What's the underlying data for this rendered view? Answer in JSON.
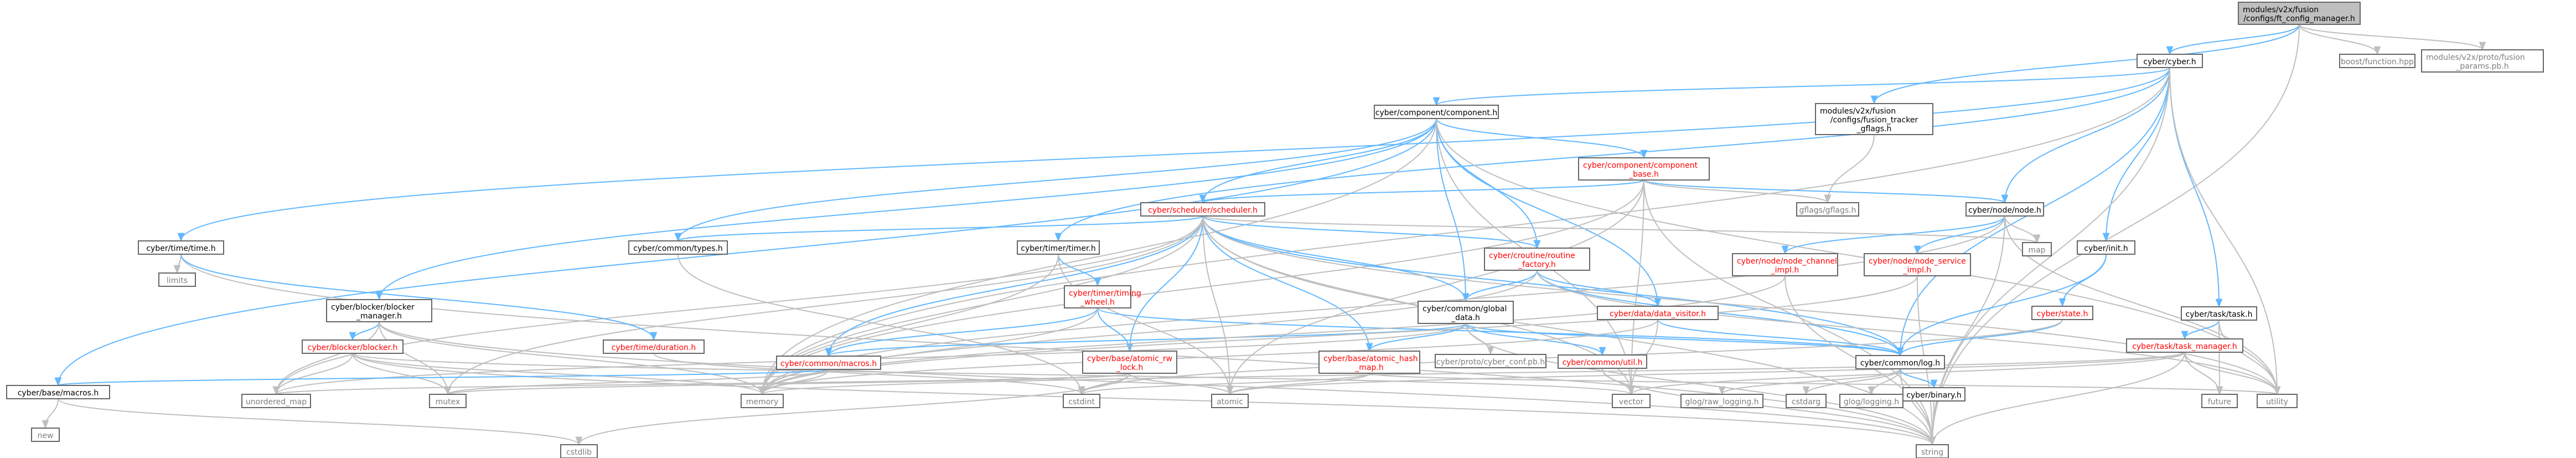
{
  "colors": {
    "root_fill": "#bfbfbf",
    "node_fill": "#ffffff",
    "node_border": "#666666",
    "external_border": "#bfbfbf",
    "external_text": "#7f7f7f",
    "incomplete_text": "#ff0000",
    "text": "#000000",
    "edge": "#63b8ff",
    "external_edge": "#bfbfbf"
  },
  "nodes": [
    {
      "id": "root",
      "lines": [
        "modules/v2x/fusion",
        "/configs/ft_config_manager.h"
      ],
      "kind": "root"
    },
    {
      "id": "boost_function",
      "lines": [
        "boost/function.hpp"
      ],
      "kind": "external"
    },
    {
      "id": "fusion_params",
      "lines": [
        "modules/v2x/proto/fusion",
        "_params.pb.h"
      ],
      "kind": "external"
    },
    {
      "id": "cyber_h",
      "lines": [
        "cyber/cyber.h"
      ],
      "kind": "normal"
    },
    {
      "id": "fusion_tracker_gflags",
      "lines": [
        "modules/v2x/fusion",
        "/configs/fusion_tracker",
        "_gflags.h"
      ],
      "kind": "normal"
    },
    {
      "id": "component_h",
      "lines": [
        "cyber/component/component.h"
      ],
      "kind": "normal"
    },
    {
      "id": "component_base_h",
      "lines": [
        "cyber/component/component",
        "_base.h"
      ],
      "kind": "incomplete"
    },
    {
      "id": "scheduler_h",
      "lines": [
        "cyber/scheduler/scheduler.h"
      ],
      "kind": "incomplete"
    },
    {
      "id": "node_h",
      "lines": [
        "cyber/node/node.h"
      ],
      "kind": "normal"
    },
    {
      "id": "gflags_h",
      "lines": [
        "gflags/gflags.h"
      ],
      "kind": "external"
    },
    {
      "id": "map",
      "lines": [
        "map"
      ],
      "kind": "external"
    },
    {
      "id": "time_h",
      "lines": [
        "cyber/time/time.h"
      ],
      "kind": "normal"
    },
    {
      "id": "limits",
      "lines": [
        "limits"
      ],
      "kind": "external"
    },
    {
      "id": "blocker_manager_h",
      "lines": [
        "cyber/blocker/blocker",
        "_manager.h"
      ],
      "kind": "normal"
    },
    {
      "id": "blocker_h",
      "lines": [
        "cyber/blocker/blocker.h"
      ],
      "kind": "incomplete"
    },
    {
      "id": "duration_h",
      "lines": [
        "cyber/time/duration.h"
      ],
      "kind": "incomplete"
    },
    {
      "id": "types_h",
      "lines": [
        "cyber/common/types.h"
      ],
      "kind": "normal"
    },
    {
      "id": "timer_h",
      "lines": [
        "cyber/timer/timer.h"
      ],
      "kind": "normal"
    },
    {
      "id": "timing_wheel_h",
      "lines": [
        "cyber/timer/timing",
        "_wheel.h"
      ],
      "kind": "incomplete"
    },
    {
      "id": "routine_factory_h",
      "lines": [
        "cyber/croutine/routine",
        "_factory.h"
      ],
      "kind": "incomplete"
    },
    {
      "id": "global_data_h",
      "lines": [
        "cyber/common/global",
        "_data.h"
      ],
      "kind": "normal"
    },
    {
      "id": "data_visitor_h",
      "lines": [
        "cyber/data/data_visitor.h"
      ],
      "kind": "incomplete"
    },
    {
      "id": "node_channel_impl_h",
      "lines": [
        "cyber/node/node_channel",
        "_impl.h"
      ],
      "kind": "incomplete"
    },
    {
      "id": "node_service_impl_h",
      "lines": [
        "cyber/node/node_service",
        "_impl.h"
      ],
      "kind": "incomplete"
    },
    {
      "id": "init_h",
      "lines": [
        "cyber/init.h"
      ],
      "kind": "normal"
    },
    {
      "id": "state_h",
      "lines": [
        "cyber/state.h"
      ],
      "kind": "incomplete"
    },
    {
      "id": "task_h",
      "lines": [
        "cyber/task/task.h"
      ],
      "kind": "normal"
    },
    {
      "id": "task_manager_h",
      "lines": [
        "cyber/task/task_manager.h"
      ],
      "kind": "incomplete"
    },
    {
      "id": "atomic_rw_lock_h",
      "lines": [
        "cyber/base/atomic_rw",
        "_lock.h"
      ],
      "kind": "incomplete"
    },
    {
      "id": "atomic_hash_map_h",
      "lines": [
        "cyber/base/atomic_hash",
        "_map.h"
      ],
      "kind": "incomplete"
    },
    {
      "id": "common_macros_h",
      "lines": [
        "cyber/common/macros.h"
      ],
      "kind": "incomplete"
    },
    {
      "id": "cyber_conf_pb_h",
      "lines": [
        "cyber/proto/cyber_conf.pb.h"
      ],
      "kind": "external"
    },
    {
      "id": "util_h",
      "lines": [
        "cyber/common/util.h"
      ],
      "kind": "incomplete"
    },
    {
      "id": "log_h",
      "lines": [
        "cyber/common/log.h"
      ],
      "kind": "normal"
    },
    {
      "id": "base_macros_h",
      "lines": [
        "cyber/base/macros.h"
      ],
      "kind": "normal"
    },
    {
      "id": "new",
      "lines": [
        "new"
      ],
      "kind": "external"
    },
    {
      "id": "cstdlib",
      "lines": [
        "cstdlib"
      ],
      "kind": "external"
    },
    {
      "id": "unordered_map",
      "lines": [
        "unordered_map"
      ],
      "kind": "external"
    },
    {
      "id": "mutex",
      "lines": [
        "mutex"
      ],
      "kind": "external"
    },
    {
      "id": "memory",
      "lines": [
        "memory"
      ],
      "kind": "external"
    },
    {
      "id": "cstdint",
      "lines": [
        "cstdint"
      ],
      "kind": "external"
    },
    {
      "id": "atomic",
      "lines": [
        "atomic"
      ],
      "kind": "external"
    },
    {
      "id": "vector",
      "lines": [
        "vector"
      ],
      "kind": "external"
    },
    {
      "id": "glog_raw_logging_h",
      "lines": [
        "glog/raw_logging.h"
      ],
      "kind": "external"
    },
    {
      "id": "cstdarg",
      "lines": [
        "cstdarg"
      ],
      "kind": "external"
    },
    {
      "id": "glog_logging_h",
      "lines": [
        "glog/logging.h"
      ],
      "kind": "external"
    },
    {
      "id": "binary_h",
      "lines": [
        "cyber/binary.h"
      ],
      "kind": "normal"
    },
    {
      "id": "string",
      "lines": [
        "string"
      ],
      "kind": "external"
    },
    {
      "id": "future",
      "lines": [
        "future"
      ],
      "kind": "external"
    },
    {
      "id": "utility",
      "lines": [
        "utility"
      ],
      "kind": "external"
    }
  ],
  "edges": [
    [
      "root",
      "boost_function"
    ],
    [
      "root",
      "fusion_params"
    ],
    [
      "root",
      "cyber_h"
    ],
    [
      "root",
      "fusion_tracker_gflags"
    ],
    [
      "root",
      "string"
    ],
    [
      "cyber_h",
      "component_h"
    ],
    [
      "cyber_h",
      "node_h"
    ],
    [
      "cyber_h",
      "init_h"
    ],
    [
      "cyber_h",
      "task_h"
    ],
    [
      "cyber_h",
      "time_h"
    ],
    [
      "cyber_h",
      "timer_h"
    ],
    [
      "cyber_h",
      "log_h"
    ],
    [
      "cyber_h",
      "memory"
    ],
    [
      "cyber_h",
      "string"
    ],
    [
      "cyber_h",
      "utility"
    ],
    [
      "fusion_tracker_gflags",
      "gflags_h"
    ],
    [
      "component_h",
      "component_base_h"
    ],
    [
      "component_h",
      "scheduler_h"
    ],
    [
      "component_h",
      "routine_factory_h"
    ],
    [
      "component_h",
      "data_visitor_h"
    ],
    [
      "component_h",
      "global_data_h"
    ],
    [
      "component_h",
      "types_h"
    ],
    [
      "component_h",
      "blocker_manager_h"
    ],
    [
      "component_h",
      "base_macros_h"
    ],
    [
      "component_h",
      "memory"
    ],
    [
      "component_h",
      "vector"
    ],
    [
      "component_h",
      "utility"
    ],
    [
      "component_base_h",
      "scheduler_h"
    ],
    [
      "component_base_h",
      "node_h"
    ],
    [
      "component_base_h",
      "gflags_h"
    ],
    [
      "component_base_h",
      "memory"
    ],
    [
      "component_base_h",
      "vector"
    ],
    [
      "component_base_h",
      "string"
    ],
    [
      "component_base_h",
      "atomic"
    ],
    [
      "scheduler_h",
      "routine_factory_h"
    ],
    [
      "scheduler_h",
      "types_h"
    ],
    [
      "scheduler_h",
      "global_data_h"
    ],
    [
      "scheduler_h",
      "log_h"
    ],
    [
      "scheduler_h",
      "atomic_rw_lock_h"
    ],
    [
      "scheduler_h",
      "atomic_hash_map_h"
    ],
    [
      "scheduler_h",
      "common_macros_h"
    ],
    [
      "scheduler_h",
      "map"
    ],
    [
      "scheduler_h",
      "memory"
    ],
    [
      "scheduler_h",
      "mutex"
    ],
    [
      "scheduler_h",
      "atomic"
    ],
    [
      "scheduler_h",
      "vector"
    ],
    [
      "scheduler_h",
      "string"
    ],
    [
      "scheduler_h",
      "unordered_map"
    ],
    [
      "scheduler_h",
      "utility"
    ],
    [
      "node_h",
      "node_channel_impl_h"
    ],
    [
      "node_h",
      "node_service_impl_h"
    ],
    [
      "node_h",
      "map"
    ],
    [
      "node_h",
      "memory"
    ],
    [
      "node_h",
      "string"
    ],
    [
      "node_h",
      "utility"
    ],
    [
      "time_h",
      "limits"
    ],
    [
      "time_h",
      "string"
    ],
    [
      "time_h",
      "duration_h"
    ],
    [
      "blocker_manager_h",
      "blocker_h"
    ],
    [
      "blocker_manager_h",
      "memory"
    ],
    [
      "blocker_manager_h",
      "mutex"
    ],
    [
      "blocker_manager_h",
      "string"
    ],
    [
      "blocker_manager_h",
      "unordered_map"
    ],
    [
      "blocker_h",
      "memory"
    ],
    [
      "blocker_h",
      "mutex"
    ],
    [
      "blocker_h",
      "string"
    ],
    [
      "blocker_h",
      "unordered_map"
    ],
    [
      "blocker_h",
      "vector"
    ],
    [
      "duration_h",
      "cstdint"
    ],
    [
      "types_h",
      "cstdint"
    ],
    [
      "timer_h",
      "timing_wheel_h"
    ],
    [
      "timer_h",
      "atomic"
    ],
    [
      "timer_h",
      "memory"
    ],
    [
      "timing_wheel_h",
      "log_h"
    ],
    [
      "timing_wheel_h",
      "common_macros_h"
    ],
    [
      "timing_wheel_h",
      "atomic_rw_lock_h"
    ],
    [
      "timing_wheel_h",
      "memory"
    ],
    [
      "routine_factory_h",
      "data_visitor_h"
    ],
    [
      "routine_factory_h",
      "log_h"
    ],
    [
      "routine_factory_h",
      "global_data_h"
    ],
    [
      "routine_factory_h",
      "memory"
    ],
    [
      "routine_factory_h",
      "utility"
    ],
    [
      "global_data_h",
      "util_h"
    ],
    [
      "global_data_h",
      "log_h"
    ],
    [
      "global_data_h",
      "common_macros_h"
    ],
    [
      "global_data_h",
      "atomic_hash_map_h"
    ],
    [
      "global_data_h",
      "cyber_conf_pb_h"
    ],
    [
      "global_data_h",
      "string"
    ],
    [
      "global_data_h",
      "unordered_map"
    ],
    [
      "data_visitor_h",
      "log_h"
    ],
    [
      "data_visitor_h",
      "vector"
    ],
    [
      "data_visitor_h",
      "memory"
    ],
    [
      "node_channel_impl_h",
      "memory"
    ],
    [
      "node_channel_impl_h",
      "string"
    ],
    [
      "node_service_impl_h",
      "memory"
    ],
    [
      "node_service_impl_h",
      "string"
    ],
    [
      "init_h",
      "state_h"
    ],
    [
      "init_h",
      "log_h"
    ],
    [
      "state_h",
      "log_h"
    ],
    [
      "state_h",
      "cstdint"
    ],
    [
      "task_h",
      "task_manager_h"
    ],
    [
      "task_h",
      "future"
    ],
    [
      "task_h",
      "utility"
    ],
    [
      "task_manager_h",
      "atomic"
    ],
    [
      "task_manager_h",
      "future"
    ],
    [
      "task_manager_h",
      "memory"
    ],
    [
      "task_manager_h",
      "string"
    ],
    [
      "task_manager_h",
      "vector"
    ],
    [
      "task_manager_h",
      "utility"
    ],
    [
      "atomic_rw_lock_h",
      "cstdint"
    ],
    [
      "atomic_rw_lock_h",
      "cstdlib"
    ],
    [
      "atomic_rw_lock_h",
      "atomic"
    ],
    [
      "atomic_rw_lock_h",
      "mutex"
    ],
    [
      "atomic_rw_lock_h",
      "unordered_map"
    ],
    [
      "atomic_hash_map_h",
      "cstdint"
    ],
    [
      "atomic_hash_map_h",
      "atomic"
    ],
    [
      "atomic_hash_map_h",
      "utility"
    ],
    [
      "common_macros_h",
      "base_macros_h"
    ],
    [
      "common_macros_h",
      "memory"
    ],
    [
      "common_macros_h",
      "mutex"
    ],
    [
      "util_h",
      "string"
    ],
    [
      "util_h",
      "vector"
    ],
    [
      "log_h",
      "cstdarg"
    ],
    [
      "log_h",
      "string"
    ],
    [
      "log_h",
      "glog_logging_h"
    ],
    [
      "log_h",
      "glog_raw_logging_h"
    ],
    [
      "log_h",
      "binary_h"
    ],
    [
      "binary_h",
      "string"
    ],
    [
      "base_macros_h",
      "new"
    ],
    [
      "base_macros_h",
      "cstdlib"
    ]
  ]
}
